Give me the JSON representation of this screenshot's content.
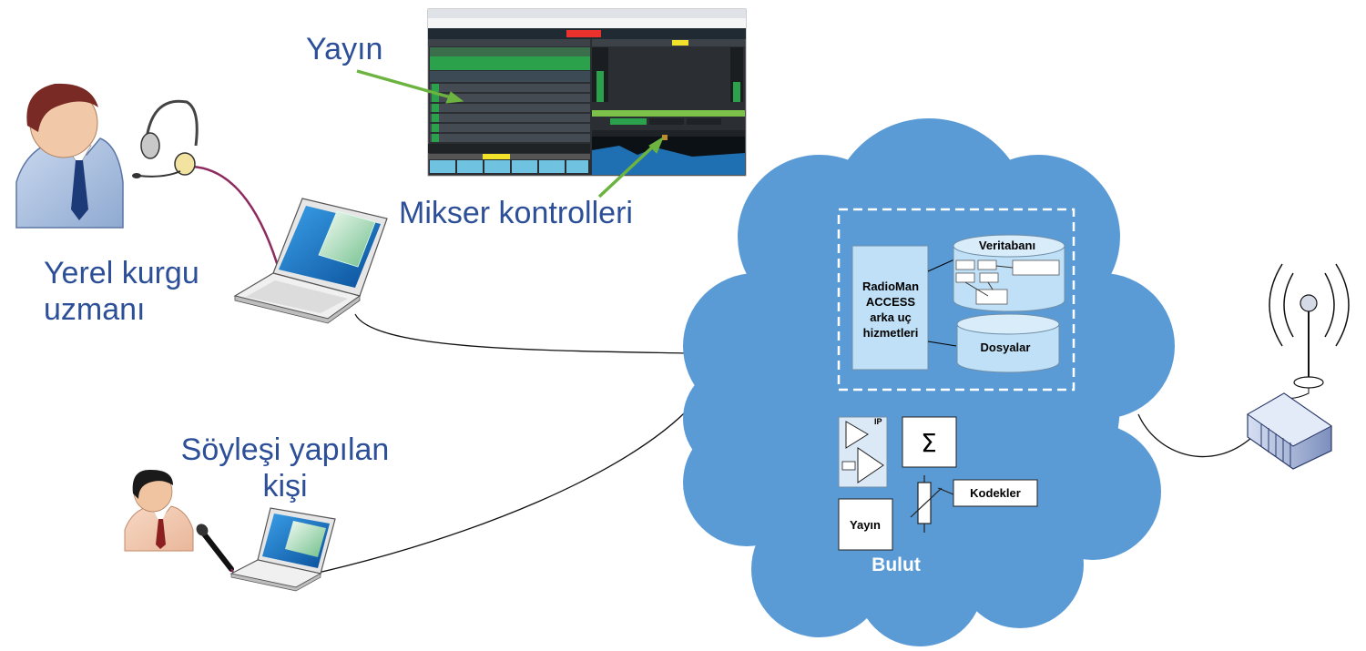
{
  "labels": {
    "broadcast": "Yayın",
    "mixer_controls": "Mikser kontrolleri",
    "local_editor_line1": "Yerel kurgu",
    "local_editor_line2": "uzmanı",
    "interviewee_line1": "Söyleşi yapılan",
    "interviewee_line2": "kişi"
  },
  "cloud": {
    "title": "Bulut",
    "backend_line1": "RadioMan",
    "backend_line2": "ACCESS",
    "backend_line3": "arka uç",
    "backend_line4": "hizmetleri",
    "database": "Veritabanı",
    "files": "Dosyalar",
    "ip": "IP",
    "sigma": "Σ",
    "codecs": "Kodekler",
    "broadcast_box": "Yayın"
  },
  "colors": {
    "cloud": "#5b9bd5",
    "label_blue": "#2c4f98",
    "arrow_green": "#6cb33f",
    "box_light_blue": "#bfe0f6",
    "headset_cable": "#8e2a5e"
  }
}
